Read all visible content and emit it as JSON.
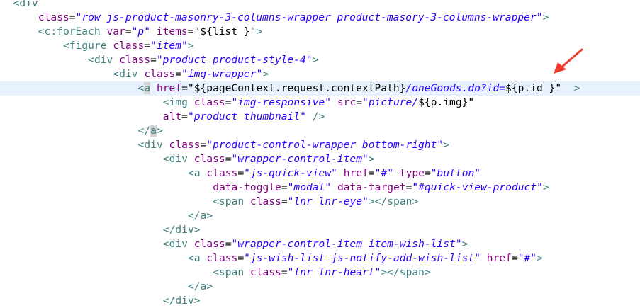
{
  "editor": {
    "highlight_line_index": 6,
    "arrow_color": "#ee3c2b",
    "lines": [
      {
        "indent": 2,
        "tokens": [
          {
            "t": "tag",
            "v": "<div"
          }
        ]
      },
      {
        "indent": 6,
        "tokens": [
          {
            "t": "attr",
            "v": "class"
          },
          {
            "t": "plain",
            "v": "="
          },
          {
            "t": "str",
            "v": "\"row js-product-masonry-3-columns-wrapper product-masory-3-columns-wrapper\""
          },
          {
            "t": "tag",
            "v": ">"
          }
        ]
      },
      {
        "indent": 6,
        "tokens": [
          {
            "t": "tag",
            "v": "<c:forEach"
          },
          {
            "t": "plain",
            "v": " "
          },
          {
            "t": "attr",
            "v": "var"
          },
          {
            "t": "plain",
            "v": "="
          },
          {
            "t": "str",
            "v": "\"p\""
          },
          {
            "t": "plain",
            "v": " "
          },
          {
            "t": "attr",
            "v": "items"
          },
          {
            "t": "plain",
            "v": "=\"${list }\""
          },
          {
            "t": "tag",
            "v": ">"
          }
        ]
      },
      {
        "indent": 10,
        "tokens": [
          {
            "t": "tag",
            "v": "<figure"
          },
          {
            "t": "plain",
            "v": " "
          },
          {
            "t": "attr",
            "v": "class"
          },
          {
            "t": "plain",
            "v": "="
          },
          {
            "t": "str",
            "v": "\"item\""
          },
          {
            "t": "tag",
            "v": ">"
          }
        ]
      },
      {
        "indent": 14,
        "tokens": [
          {
            "t": "tag",
            "v": "<div"
          },
          {
            "t": "plain",
            "v": " "
          },
          {
            "t": "attr",
            "v": "class"
          },
          {
            "t": "plain",
            "v": "="
          },
          {
            "t": "str",
            "v": "\"product product-style-4\""
          },
          {
            "t": "tag",
            "v": ">"
          }
        ]
      },
      {
        "indent": 18,
        "tokens": [
          {
            "t": "tag",
            "v": "<div"
          },
          {
            "t": "plain",
            "v": " "
          },
          {
            "t": "attr",
            "v": "class"
          },
          {
            "t": "plain",
            "v": "="
          },
          {
            "t": "str",
            "v": "\"img-wrapper\""
          },
          {
            "t": "tag",
            "v": ">"
          }
        ]
      },
      {
        "indent": 22,
        "tokens": [
          {
            "t": "tag",
            "v": "<"
          },
          {
            "t": "tagmark",
            "v": "a"
          },
          {
            "t": "plain",
            "v": " "
          },
          {
            "t": "attr",
            "v": "href"
          },
          {
            "t": "plain",
            "v": "=\"${pageContext.request.contextPath}"
          },
          {
            "t": "str",
            "v": "/oneGoods.do?id="
          },
          {
            "t": "plain",
            "v": "${p.id }\"  "
          },
          {
            "t": "tag",
            "v": ">"
          }
        ]
      },
      {
        "indent": 26,
        "tokens": [
          {
            "t": "tag",
            "v": "<img"
          },
          {
            "t": "plain",
            "v": " "
          },
          {
            "t": "attr",
            "v": "class"
          },
          {
            "t": "plain",
            "v": "="
          },
          {
            "t": "str",
            "v": "\"img-responsive\""
          },
          {
            "t": "plain",
            "v": " "
          },
          {
            "t": "attr",
            "v": "src"
          },
          {
            "t": "plain",
            "v": "="
          },
          {
            "t": "str",
            "v": "\"picture/"
          },
          {
            "t": "plain",
            "v": "${p.img}\""
          }
        ]
      },
      {
        "indent": 26,
        "tokens": [
          {
            "t": "attr",
            "v": "alt"
          },
          {
            "t": "plain",
            "v": "="
          },
          {
            "t": "str",
            "v": "\"product thumbnail\""
          },
          {
            "t": "plain",
            "v": " "
          },
          {
            "t": "tag",
            "v": "/>"
          }
        ]
      },
      {
        "indent": 22,
        "tokens": [
          {
            "t": "tag",
            "v": "</"
          },
          {
            "t": "tagmark",
            "v": "a"
          },
          {
            "t": "tag",
            "v": ">"
          }
        ]
      },
      {
        "indent": 22,
        "tokens": [
          {
            "t": "tag",
            "v": "<div"
          },
          {
            "t": "plain",
            "v": " "
          },
          {
            "t": "attr",
            "v": "class"
          },
          {
            "t": "plain",
            "v": "="
          },
          {
            "t": "str",
            "v": "\"product-control-wrapper bottom-right\""
          },
          {
            "t": "tag",
            "v": ">"
          }
        ]
      },
      {
        "indent": 26,
        "tokens": [
          {
            "t": "tag",
            "v": "<div"
          },
          {
            "t": "plain",
            "v": " "
          },
          {
            "t": "attr",
            "v": "class"
          },
          {
            "t": "plain",
            "v": "="
          },
          {
            "t": "str",
            "v": "\"wrapper-control-item\""
          },
          {
            "t": "tag",
            "v": ">"
          }
        ]
      },
      {
        "indent": 30,
        "tokens": [
          {
            "t": "tag",
            "v": "<a"
          },
          {
            "t": "plain",
            "v": " "
          },
          {
            "t": "attr",
            "v": "class"
          },
          {
            "t": "plain",
            "v": "="
          },
          {
            "t": "str",
            "v": "\"js-quick-view\""
          },
          {
            "t": "plain",
            "v": " "
          },
          {
            "t": "attr",
            "v": "href"
          },
          {
            "t": "plain",
            "v": "="
          },
          {
            "t": "str",
            "v": "\"#\""
          },
          {
            "t": "plain",
            "v": " "
          },
          {
            "t": "attr",
            "v": "type"
          },
          {
            "t": "plain",
            "v": "="
          },
          {
            "t": "str",
            "v": "\"button\""
          }
        ]
      },
      {
        "indent": 34,
        "tokens": [
          {
            "t": "attr",
            "v": "data-toggle"
          },
          {
            "t": "plain",
            "v": "="
          },
          {
            "t": "str",
            "v": "\"modal\""
          },
          {
            "t": "plain",
            "v": " "
          },
          {
            "t": "attr",
            "v": "data-target"
          },
          {
            "t": "plain",
            "v": "="
          },
          {
            "t": "str",
            "v": "\"#quick-view-product\""
          },
          {
            "t": "tag",
            "v": ">"
          }
        ]
      },
      {
        "indent": 34,
        "tokens": [
          {
            "t": "tag",
            "v": "<span"
          },
          {
            "t": "plain",
            "v": " "
          },
          {
            "t": "attr",
            "v": "class"
          },
          {
            "t": "plain",
            "v": "="
          },
          {
            "t": "str",
            "v": "\"lnr lnr-eye\""
          },
          {
            "t": "tag",
            "v": "></span>"
          }
        ]
      },
      {
        "indent": 30,
        "tokens": [
          {
            "t": "tag",
            "v": "</a>"
          }
        ]
      },
      {
        "indent": 26,
        "tokens": [
          {
            "t": "tag",
            "v": "</div>"
          }
        ]
      },
      {
        "indent": 26,
        "tokens": [
          {
            "t": "tag",
            "v": "<div"
          },
          {
            "t": "plain",
            "v": " "
          },
          {
            "t": "attr",
            "v": "class"
          },
          {
            "t": "plain",
            "v": "="
          },
          {
            "t": "str",
            "v": "\"wrapper-control-item item-wish-list\""
          },
          {
            "t": "tag",
            "v": ">"
          }
        ]
      },
      {
        "indent": 30,
        "tokens": [
          {
            "t": "tag",
            "v": "<a"
          },
          {
            "t": "plain",
            "v": " "
          },
          {
            "t": "attr",
            "v": "class"
          },
          {
            "t": "plain",
            "v": "="
          },
          {
            "t": "str",
            "v": "\"js-wish-list js-notify-add-wish-list\""
          },
          {
            "t": "plain",
            "v": " "
          },
          {
            "t": "attr",
            "v": "href"
          },
          {
            "t": "plain",
            "v": "="
          },
          {
            "t": "str",
            "v": "\"#\""
          },
          {
            "t": "tag",
            "v": ">"
          }
        ]
      },
      {
        "indent": 34,
        "tokens": [
          {
            "t": "tag",
            "v": "<span"
          },
          {
            "t": "plain",
            "v": " "
          },
          {
            "t": "attr",
            "v": "class"
          },
          {
            "t": "plain",
            "v": "="
          },
          {
            "t": "str",
            "v": "\"lnr lnr-heart\""
          },
          {
            "t": "tag",
            "v": "></span>"
          }
        ]
      },
      {
        "indent": 30,
        "tokens": [
          {
            "t": "tag",
            "v": "</a>"
          }
        ]
      },
      {
        "indent": 26,
        "tokens": [
          {
            "t": "tag",
            "v": "</div>"
          }
        ]
      }
    ]
  }
}
